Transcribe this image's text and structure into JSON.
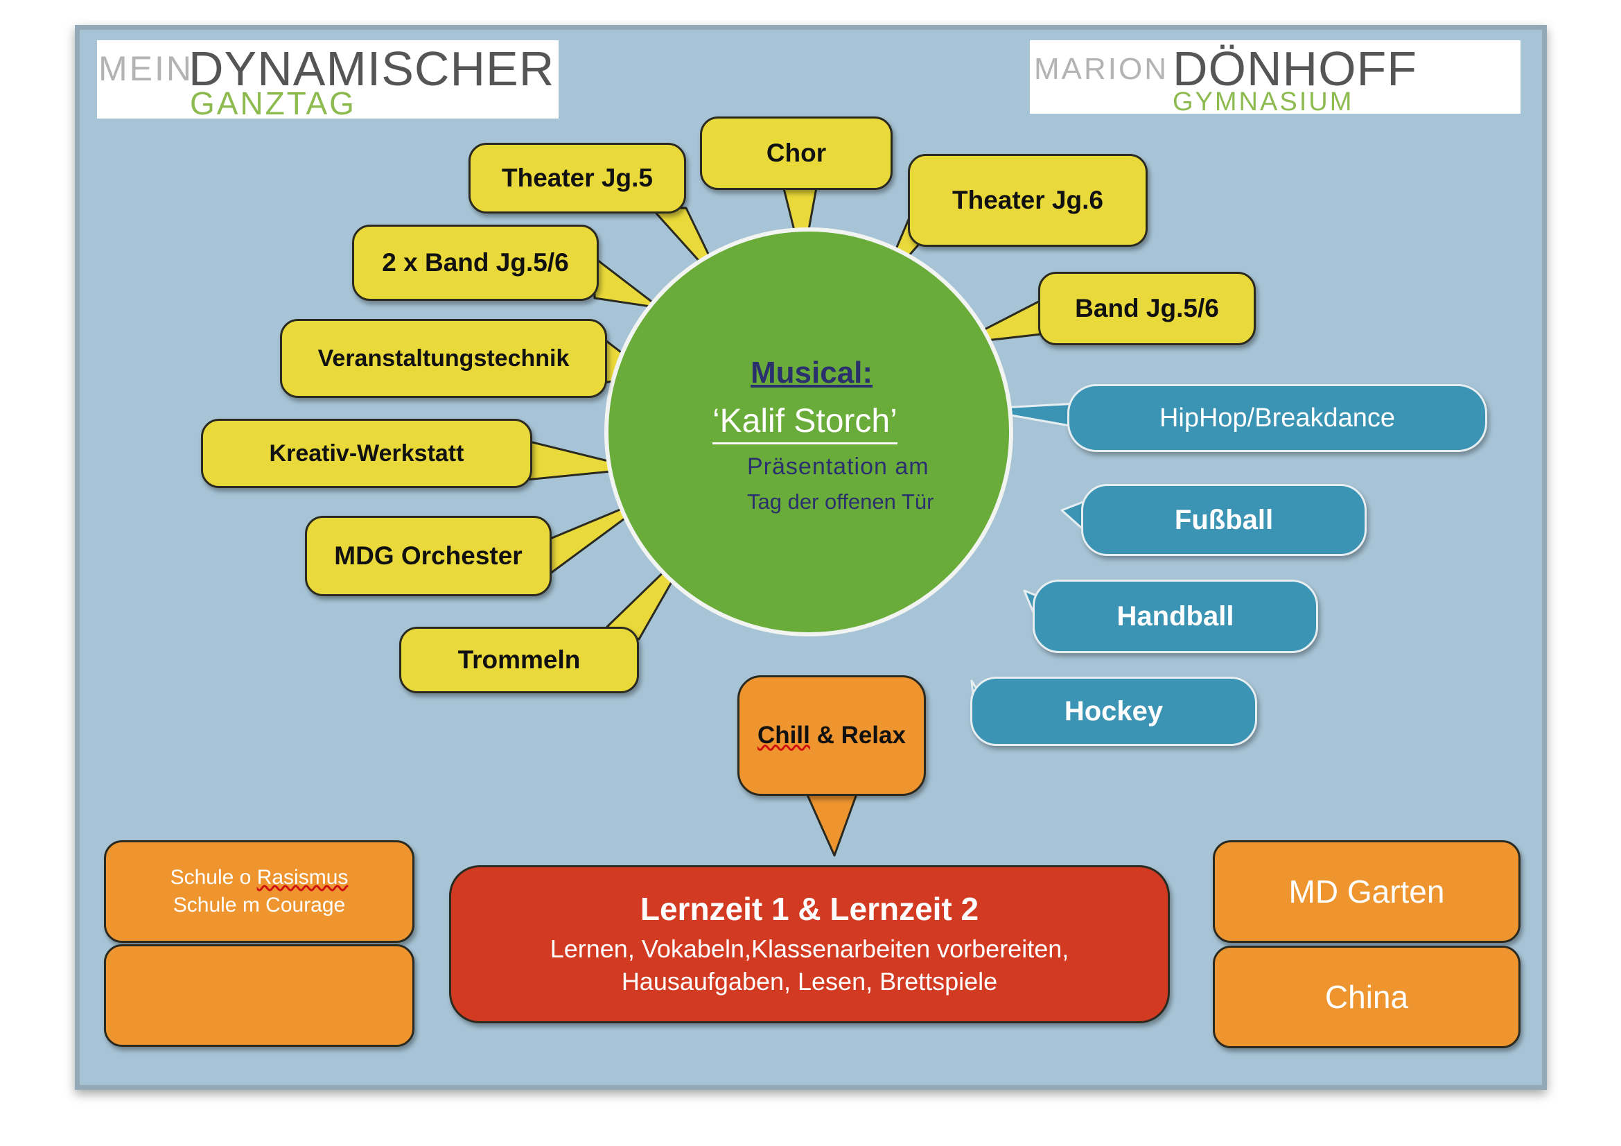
{
  "logos": {
    "left": {
      "prefix": "MEIN",
      "main": "DYNAMISCHER",
      "sub": "GANZTAG"
    },
    "right": {
      "prefix": "MARION",
      "main": "DÖNHOFF",
      "sub": "GYMNASIUM"
    }
  },
  "center": {
    "title": "Musical:",
    "subtitle": "‘Kalif Storch’",
    "line1": "Präsentation am",
    "line2": "Tag der offenen Tür"
  },
  "yellow_bubbles": {
    "theater5": "Theater Jg.5",
    "chor": "Chor",
    "theater6": "Theater Jg.6",
    "band2x": "2 x Band Jg.5/6",
    "band": "Band Jg.5/6",
    "veranstaltung": "Veranstaltungstechnik",
    "kreativ": "Kreativ-Werkstatt",
    "orchester": "MDG Orchester",
    "trommeln": "Trommeln"
  },
  "blue_bubbles": {
    "hiphop": "HipHop/Breakdance",
    "fussball": "Fußball",
    "handball": "Handball",
    "hockey": "Hockey"
  },
  "chill": {
    "word1": "Chill",
    "rest": " & Relax"
  },
  "bottom": {
    "left_line1_a": "Schule o ",
    "left_line1_b": "Rasismus",
    "left_line2": "Schule m Courage",
    "left_empty": "",
    "lernzeit_title": "Lernzeit 1 & Lernzeit 2",
    "lernzeit_line1": "Lernen, Vokabeln,Klassenarbeiten vorbereiten,",
    "lernzeit_line2": "Hausaufgaben, Lesen, Brettspiele",
    "garten": "MD Garten",
    "china": "China"
  },
  "colors": {
    "background": "#a7c4d6",
    "yellow": "#ead93a",
    "blue": "#3b94b3",
    "orange": "#ee952f",
    "red": "#d23a22",
    "green": "#6aac3a",
    "center_text": "#2a2f6e"
  }
}
